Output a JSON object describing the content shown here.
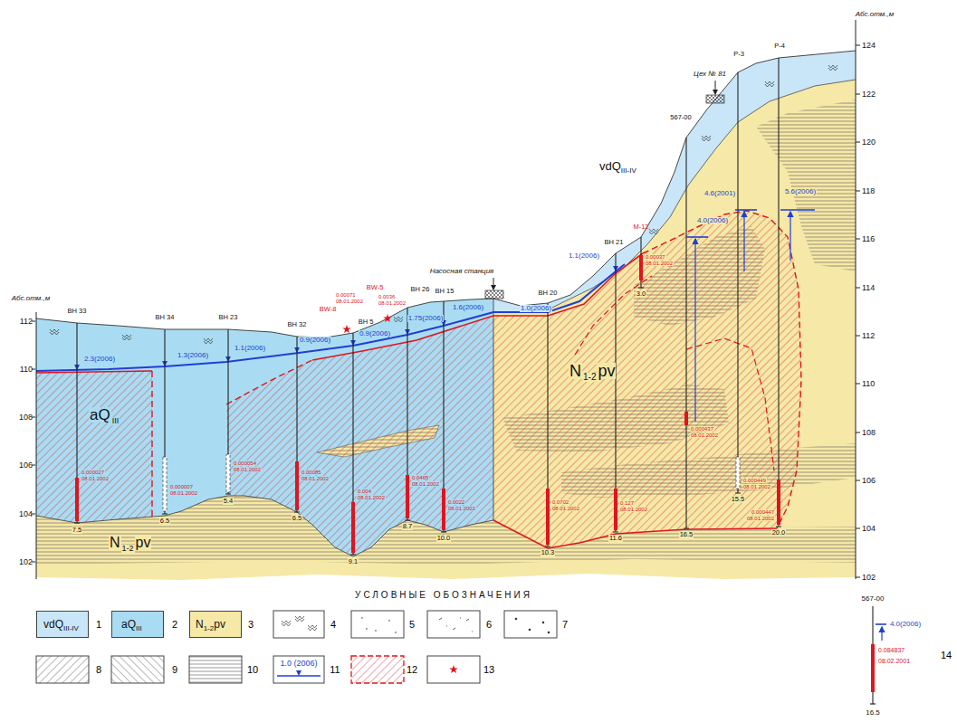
{
  "diagram": {
    "labels": [
      "Абс.отм.,м",
      "Абс.отм.,м",
      "124",
      "122",
      "120",
      "118",
      "116",
      "114",
      "112",
      "110",
      "108",
      "106",
      "104",
      "102",
      "112",
      "110",
      "108",
      "106",
      "104",
      "102",
      "ВН 33",
      "ВН 34",
      "ВН 23",
      "ВН 32",
      "ВН 5",
      "ВН 26",
      "ВН 15",
      "ВН 20",
      "ВН 21",
      "М-12",
      "567-00",
      "Р-3",
      "Р-4",
      "BW-8",
      "BW-5",
      "7.5",
      "6.5",
      "5.4",
      "6.5",
      "9.1",
      "8.7",
      "10.0",
      "10.3",
      "11.6",
      "3.0",
      "16.5",
      "15.5",
      "20.0",
      "2.3(2006)",
      "1.3(2006)",
      "1.1(2006)",
      "0.9(2006)",
      "0.9(2006)",
      "1.75(2006)",
      "1.6(2006)",
      "1.0(2006)",
      "1.1(2006)",
      "4.0(2006)",
      "4.6(2001)",
      "5.6(2006)",
      "0.000027",
      "08.01.2002",
      "0.000007",
      "08.01.2002",
      "0.000054",
      "08.01.2002",
      "0.00085",
      "08.01.2002",
      "0.004",
      "08.01.2002",
      "0.0465",
      "08.01.2002",
      "0.0022",
      "08.01.2002",
      "0.0702",
      "08.01.2002",
      "0.127",
      "08.01.2002",
      "0.00037",
      "08.01.2002",
      "0.000437",
      "08.01.2002",
      "0.000449",
      "08.01.2002",
      "0.000447",
      "08.01.2002",
      "0.00071",
      "08.01.2002",
      "0.0036",
      "08.01.2002",
      "Насосная станция",
      "Цех № 81",
      "aQ",
      "III",
      "N",
      "1-2",
      "pv",
      "N",
      "1-2",
      "pv",
      "vdQ",
      "III-IV",
      "УСЛОВНЫЕ ОБОЗНАЧЕНИЯ",
      "vdQ",
      "III-IV",
      "aQ",
      "III",
      "N",
      "1-2",
      "pv",
      "1.0 (2006)",
      "567-00",
      "4.0(2006)",
      "0.084837",
      "08.02.2001",
      "16.5"
    ],
    "legend": [
      {
        "text": "1",
        "color": "#c8e6f8"
      },
      {
        "text": "2",
        "color": "#a9dcf2"
      },
      {
        "text": "3",
        "color": "#f6e8a6"
      },
      {
        "text": "4"
      },
      {
        "text": "5"
      },
      {
        "text": "6"
      },
      {
        "text": "7"
      },
      {
        "text": "8"
      },
      {
        "text": "9"
      },
      {
        "text": "10"
      },
      {
        "text": "11"
      },
      {
        "text": "12"
      },
      {
        "text": "13"
      },
      {
        "text": "14"
      }
    ]
  }
}
